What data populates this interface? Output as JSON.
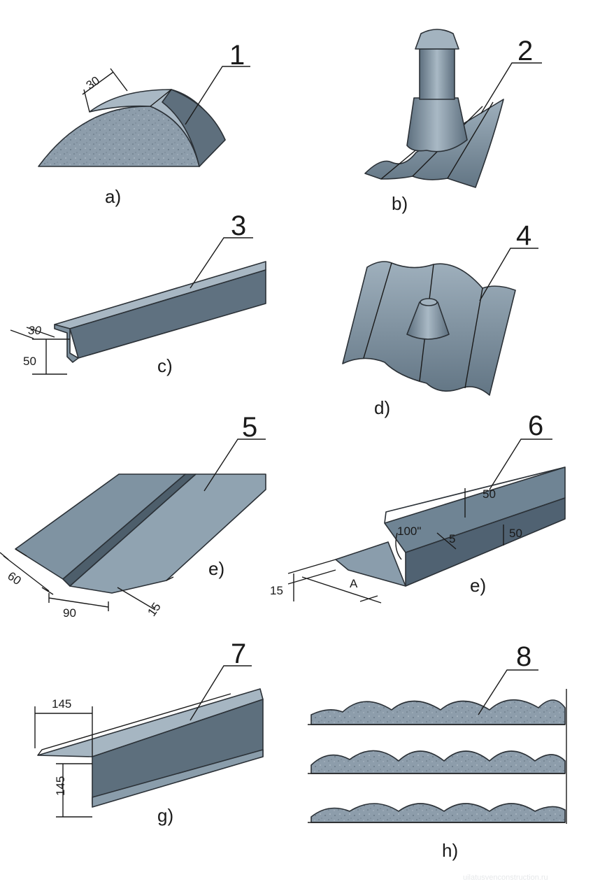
{
  "panels": [
    {
      "id": "a",
      "label": "a)",
      "number": "1",
      "dims": [
        "30"
      ]
    },
    {
      "id": "b",
      "label": "b)",
      "number": "2",
      "dims": []
    },
    {
      "id": "c",
      "label": "c)",
      "number": "3",
      "dims": [
        "30",
        "50"
      ]
    },
    {
      "id": "d",
      "label": "d)",
      "number": "4",
      "dims": []
    },
    {
      "id": "e1",
      "label": "e)",
      "number": "5",
      "dims": [
        "60",
        "90",
        "15"
      ]
    },
    {
      "id": "e2",
      "label": "e)",
      "number": "6",
      "dims": [
        "50",
        "100\"",
        "5",
        "50",
        "15",
        "A"
      ]
    },
    {
      "id": "g",
      "label": "g)",
      "number": "7",
      "dims": [
        "145",
        "145"
      ]
    },
    {
      "id": "h",
      "label": "h)",
      "number": "8",
      "dims": []
    }
  ],
  "colors": {
    "metal": "#6f8393",
    "metal_light": "#9fb0bd",
    "metal_dark": "#4d5e6b",
    "concrete": "#8a9aa8",
    "outline": "#2b3137"
  },
  "watermark": "uilatusvenconstruction.ru"
}
